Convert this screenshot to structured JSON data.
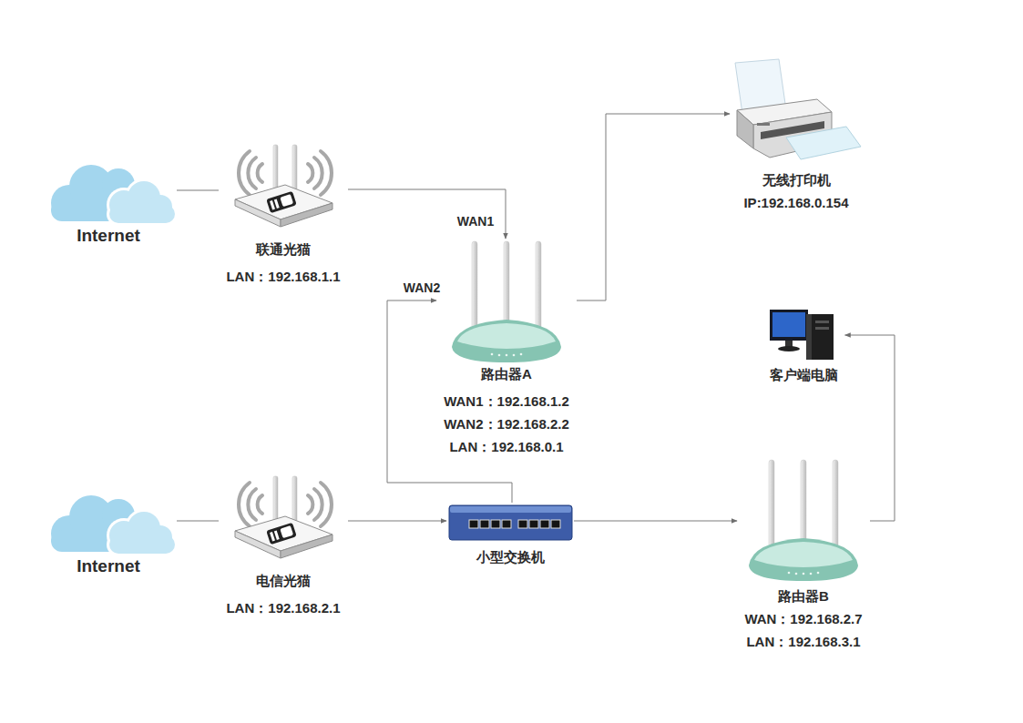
{
  "diagram": {
    "nodes": [
      {
        "text": [
          "Internet"
        ]
      },
      {
        "text": [
          "联通光猫",
          "LAN：192.168.1.1"
        ]
      },
      {
        "text": [
          "路由器A",
          "WAN1：192.168.1.2",
          "WAN2：192.168.2.2",
          "LAN：192.168.0.1"
        ]
      },
      {
        "text": [
          "无线打印机",
          "IP:192.168.0.154"
        ]
      },
      {
        "text": [
          "客户端电脑"
        ]
      },
      {
        "text": [
          "Internet"
        ]
      },
      {
        "text": [
          "电信光猫",
          "LAN：192.168.2.1"
        ]
      },
      {
        "text": [
          "小型交换机"
        ]
      },
      {
        "text": [
          "路由器B",
          "WAN：192.168.2.7",
          "LAN：192.168.3.1"
        ]
      }
    ],
    "edges": [
      {
        "from": 0,
        "to": 1,
        "arrow": "none"
      },
      {
        "from": 1,
        "to": 2,
        "arrow": "to",
        "label": "WAN1"
      },
      {
        "from": 2,
        "to": 3,
        "arrow": "to"
      },
      {
        "from": 5,
        "to": 6,
        "arrow": "none"
      },
      {
        "from": 6,
        "to": 7,
        "arrow": "to"
      },
      {
        "from": 7,
        "to": 2,
        "arrow": "to",
        "label": "WAN2"
      },
      {
        "from": 7,
        "to": 8,
        "arrow": "to"
      },
      {
        "from": 8,
        "to": 4,
        "arrow": "to"
      }
    ]
  }
}
